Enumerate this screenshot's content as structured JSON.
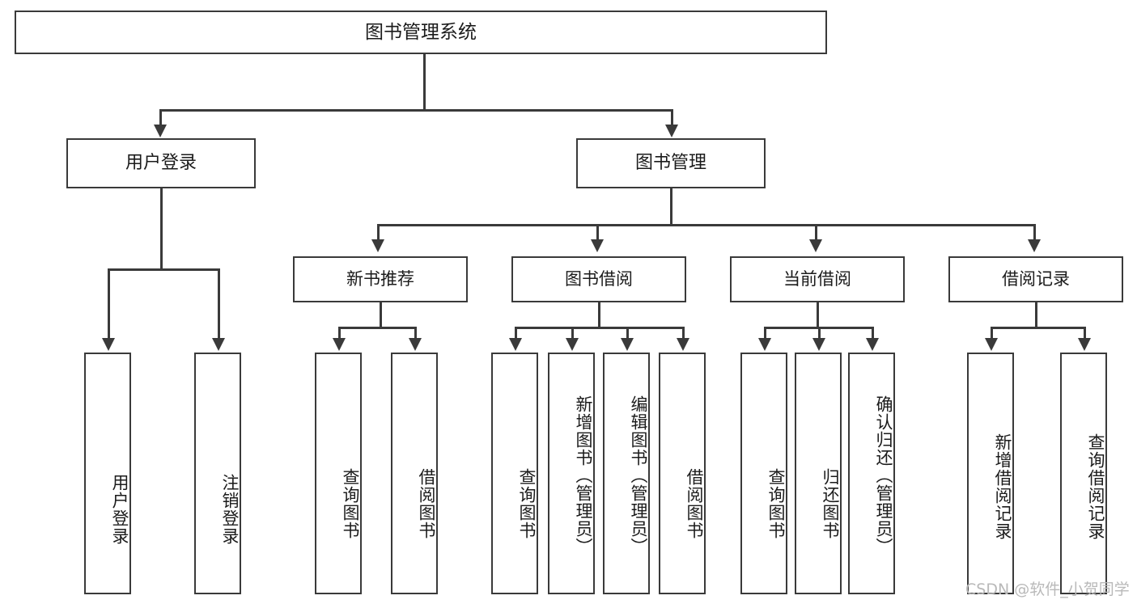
{
  "diagram": {
    "type": "tree",
    "title": "图书管理系统",
    "orientation": "top-down",
    "colors": {
      "stroke": "#3a3a3a",
      "fill": "#ffffff",
      "text": "#1b1b1b",
      "watermark": "#b9b9b9"
    }
  },
  "root": {
    "label": "图书管理系统"
  },
  "level2": [
    {
      "label": "用户登录"
    },
    {
      "label": "图书管理"
    }
  ],
  "level3": [
    {
      "label": "新书推荐"
    },
    {
      "label": "图书借阅"
    },
    {
      "label": "当前借阅"
    },
    {
      "label": "借阅记录"
    }
  ],
  "leaves": {
    "user_login": [
      {
        "label": "用户登录"
      },
      {
        "label": "注销登录"
      }
    ],
    "new_book": [
      {
        "label": "查询图书"
      },
      {
        "label": "借阅图书"
      }
    ],
    "book_borrow": [
      {
        "label": "查询图书"
      },
      {
        "label": "新增图书（管理员）"
      },
      {
        "label": "编辑图书（管理员）"
      },
      {
        "label": "借阅图书"
      }
    ],
    "current_borrow": [
      {
        "label": "查询图书"
      },
      {
        "label": "归还图书"
      },
      {
        "label": "确认归还（管理员）"
      }
    ],
    "borrow_record": [
      {
        "label": "新增借阅记录"
      },
      {
        "label": "查询借阅记录"
      }
    ]
  },
  "watermark": {
    "text": "CSDN @软件_小贺同学"
  }
}
